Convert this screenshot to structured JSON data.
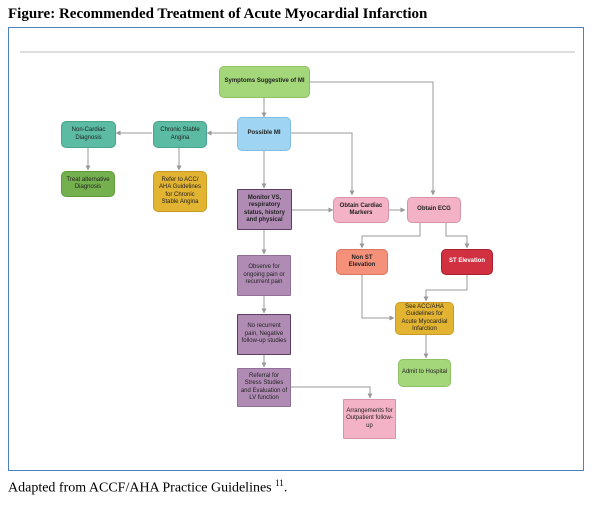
{
  "figure_title": "Figure: Recommended Treatment of Acute Myocardial Infarction",
  "caption": {
    "text": "Adapted from ACCF/AHA Practice Guidelines ",
    "ref": "11",
    "end": "."
  },
  "nodes": {
    "symptoms": "Symptoms Suggestive of MI",
    "possible_mi": "Possible MI",
    "chronic_angina": "Chronic Stable Angina",
    "non_cardiac": "Non-Cardiac Diagnosis",
    "treat_alt": "Treat alternative Diagnosis",
    "refer_acc": "Refer to ACC/ AHA Guidelines for Chronic Stable Angina",
    "monitor": "Monitor VS, respiratory status, history and physical",
    "markers": "Obtain Cardiac Markers",
    "ecg": "Obtain ECG",
    "non_st": "Non ST Elevation",
    "st_elev": "ST Elevation",
    "observe": "Observe for ongoing pain or recurrent pain",
    "no_recur": "No recurrent pain, Negative follow-up studies",
    "referral": "Referral for Stress Studies and Evaluation of LV function",
    "see_acc": "See ACC/AHA Guidelines for Acute Myocardial Infarction",
    "admit": "Admit to Hospital",
    "outpatient": "Arrangements for Outpatient follow-up"
  },
  "colors": {
    "green": "#a4d67a",
    "blue": "#9fd4f2",
    "teal": "#5bbba3",
    "darkgreen": "#75b04f",
    "gold": "#e3b432",
    "purple": "#b08cb5",
    "pink": "#f3b2c5",
    "salmon": "#f5907a",
    "red": "#d03040",
    "frame": "#4f81bd",
    "arrow": "#999999"
  }
}
